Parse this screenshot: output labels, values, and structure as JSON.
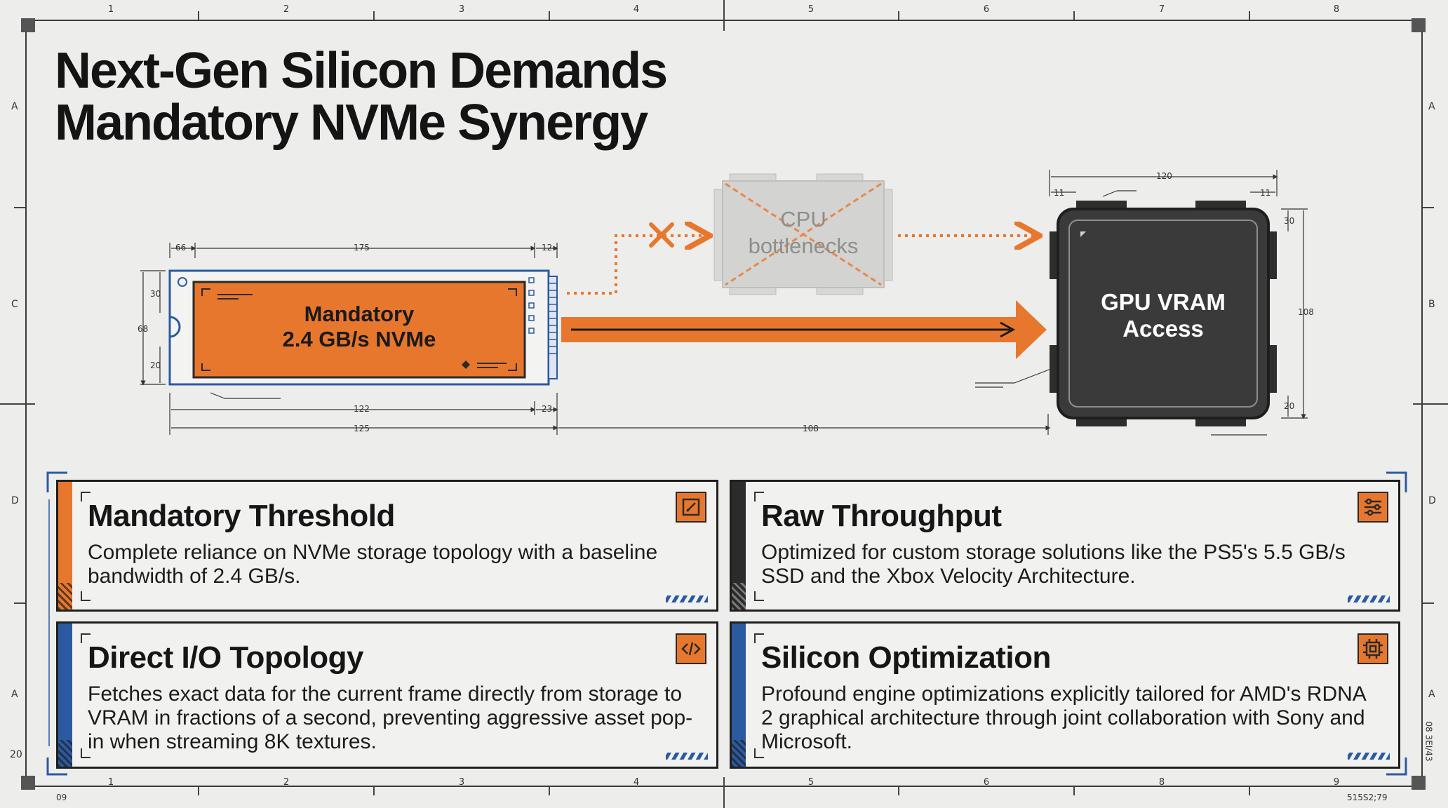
{
  "title": {
    "line1": "Next-Gen Silicon Demands",
    "line2": "Mandatory NVMe Synergy"
  },
  "frame": {
    "top_numbers": [
      "1",
      "2",
      "3",
      "4",
      "5",
      "6",
      "7",
      "8"
    ],
    "bottom_numbers": [
      "1",
      "2",
      "3",
      "4",
      "5",
      "6",
      "8",
      "9"
    ],
    "left_letters": [
      "A",
      "C",
      "D",
      "A",
      "20"
    ],
    "right_letters": [
      "A",
      "B",
      "D",
      "A"
    ],
    "right_vertical_code": "08 3EI/43",
    "bottom_left_code": "09",
    "bottom_right_code": "515S2;79"
  },
  "diagram": {
    "nvme_label_line1": "Mandatory",
    "nvme_label_line2": "2.4 GB/s NVMe",
    "cpu_label_line1": "CPU",
    "cpu_label_line2": "bottlenecks",
    "gpu_label_line1": "GPU VRAM",
    "gpu_label_line2": "Access",
    "dimensions": {
      "d66": "66",
      "d175": "175",
      "d12": "12",
      "d30": "30",
      "d68": "68",
      "d20": "20",
      "d122": "122",
      "d23": "23",
      "d125": "125",
      "d108": "108",
      "d120": "120",
      "d11a": "11",
      "d11b": "11",
      "gpu30": "30",
      "gpu108": "108",
      "gpu20": "20"
    },
    "colors": {
      "accent": "#e8772e",
      "blueprint": "#2b5aa0",
      "gpu_body": "#3a3a3a",
      "cpu_body": "#cfcfcd"
    }
  },
  "cards": [
    {
      "title": "Mandatory Threshold",
      "body": "Complete reliance on NVMe storage topology with a baseline bandwidth of 2.4 GB/s.",
      "stripe_color": "#e8772e",
      "icon": "edit-icon"
    },
    {
      "title": "Raw Throughput",
      "body": "Optimized for custom storage solutions like the PS5's 5.5 GB/s SSD and the Xbox Velocity Architecture.",
      "stripe_color": "#2b2b2b",
      "icon": "sliders-icon"
    },
    {
      "title": "Direct I/O Topology",
      "body": "Fetches exact data for the current frame directly from storage to VRAM in fractions of a second, preventing aggressive asset pop-in when streaming 8K textures.",
      "stripe_color": "#2b5aa0",
      "icon": "code-icon"
    },
    {
      "title": "Silicon Optimization",
      "body": "Profound engine optimizations explicitly tailored for AMD's RDNA 2 graphical architecture through joint collaboration with Sony and Microsoft.",
      "stripe_color": "#2b5aa0",
      "icon": "chip-icon"
    }
  ]
}
